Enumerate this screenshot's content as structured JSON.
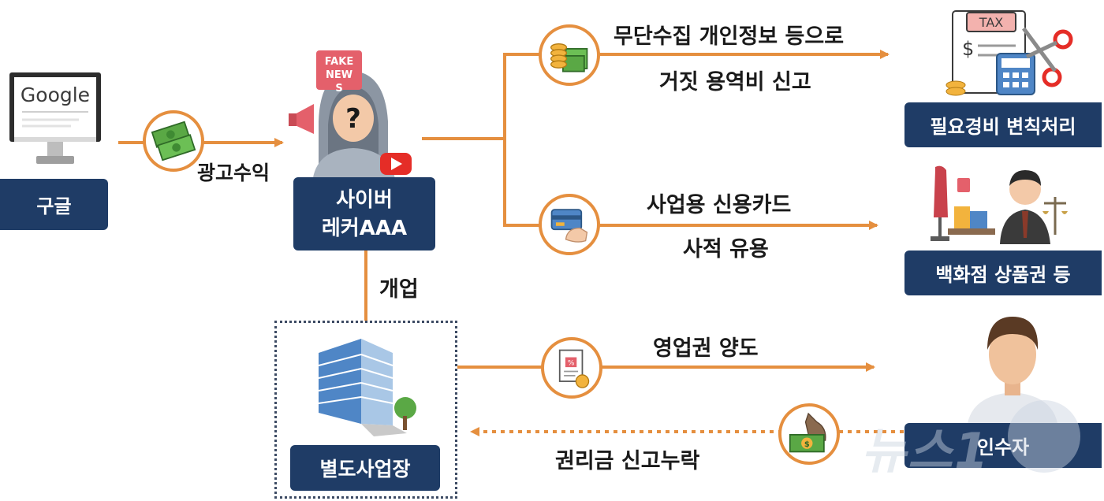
{
  "nodes": {
    "google": {
      "screen_text": "Google",
      "label": "구글"
    },
    "cyber_wrecker": {
      "badge_text": "FAKE NEWS",
      "label_line1": "사이버",
      "label_line2": "레커AAA"
    },
    "separate_business": {
      "label": "별도사업장"
    },
    "expense_processing": {
      "icon_text": "TAX",
      "label": "필요경비 변칙처리"
    },
    "dept_store": {
      "label": "백화점 상품권 등"
    },
    "acquirer": {
      "label": "인수자"
    }
  },
  "flows": {
    "ad_revenue": "광고수익",
    "open_business": "개업",
    "false_fee_line1": "무단수집 개인정보 등으로",
    "false_fee_line2": "거짓 용역비 신고",
    "card_line1": "사업용 신용카드",
    "card_line2": "사적 유용",
    "transfer": "영업권 양도",
    "premium_omission": "권리금 신고누락"
  },
  "watermark": "뉴스1",
  "colors": {
    "accent": "#e58f3f",
    "navy": "#1f3c66",
    "dotted_border": "#3c4a63"
  }
}
